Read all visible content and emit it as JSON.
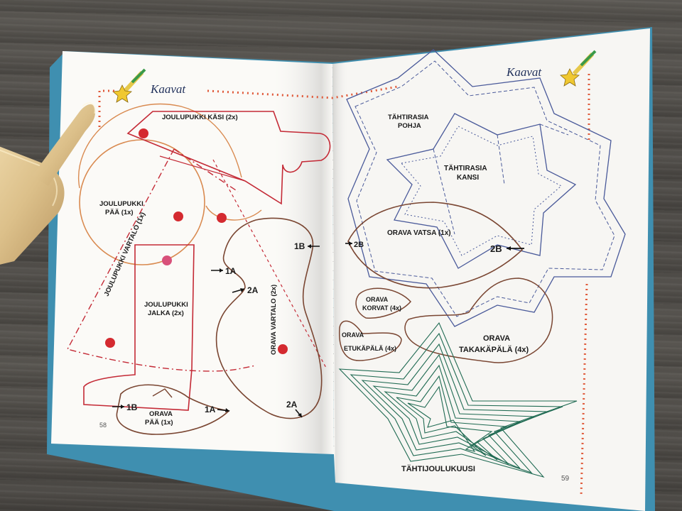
{
  "left_page": {
    "title": "Kaavat",
    "page_number": "58",
    "labels": {
      "kasi": "JOULUPUKKI KÄSI (2x)",
      "paa_1": "JOULUPUKKI",
      "paa_2": "PÄÄ (1x)",
      "vartalo": "JOULUPUKKI VARTALO (1x)",
      "jalka_1": "JOULUPUKKI",
      "jalka_2": "JALKA (2x)",
      "orava_vartalo": "ORAVA VARTALO (2x)",
      "orava_paa_1": "ORAVA",
      "orava_paa_2": "PÄÄ (1x)"
    },
    "markers": [
      "1A",
      "2A",
      "1B",
      "1B",
      "1A",
      "2A"
    ]
  },
  "right_page": {
    "title": "Kaavat",
    "page_number": "59",
    "labels": {
      "rasia_pohja_1": "TÄHTIRASIA",
      "rasia_pohja_2": "POHJA",
      "rasia_kansi_1": "TÄHTIRASIA",
      "rasia_kansi_2": "KANSI",
      "orava_vatsa": "ORAVA VATSA (1x)",
      "orava_korvat_1": "ORAVA",
      "orava_korvat_2": "KORVAT (4x)",
      "orava_etukapala_1": "ORAVA",
      "orava_etukapala_2": "ETUKÄPÄLÄ (4x)",
      "orava_takakapala_1": "ORAVA",
      "orava_takakapala_2": "TAKAKÄPÄLÄ (4x)",
      "tahtijoulukuusi": "TÄHTIJOULUKUUSI"
    },
    "markers": [
      "2B",
      "2B"
    ]
  },
  "colors": {
    "santa_red": "#c42a36",
    "squirrel_brown": "#7a4632",
    "head_orange": "#d98a50",
    "star_box_blue": "#4a5a9a",
    "tree_green": "#1f6a52",
    "border_star": "#e05a3a"
  }
}
